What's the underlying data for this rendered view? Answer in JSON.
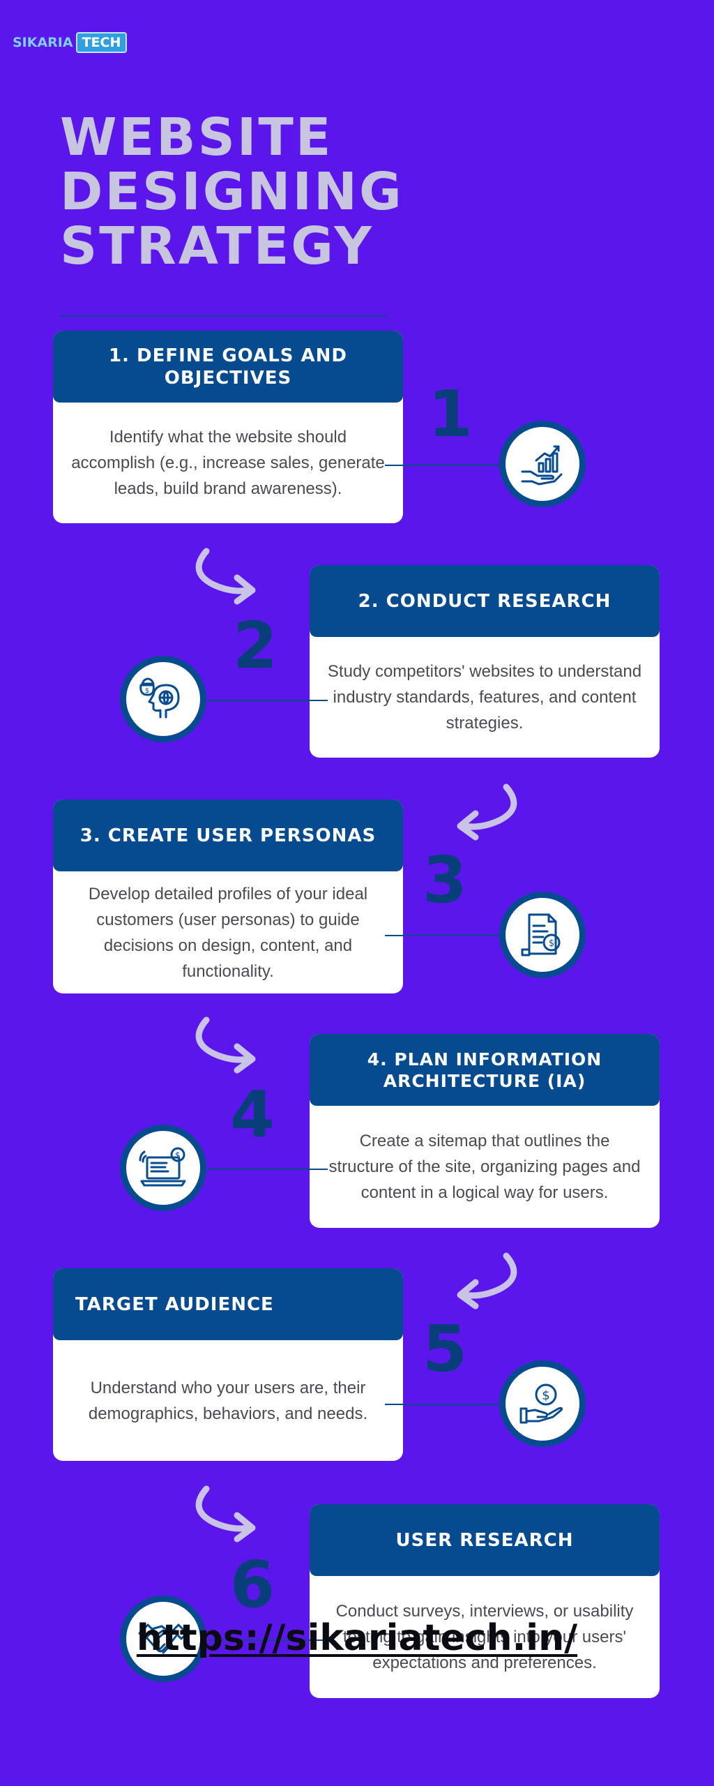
{
  "brand": {
    "logo_left": "SIKARIA",
    "logo_right": "TECH"
  },
  "title": {
    "line1": "WEBSITE",
    "line2": "DESIGNING",
    "line3": "STRATEGY"
  },
  "steps": [
    {
      "number": "1",
      "heading": "1. DEFINE GOALS AND OBJECTIVES",
      "text": "Identify what the website should accomplish (e.g., increase sales, generate leads, build brand awareness).",
      "icon": "growth-chart-hand-icon"
    },
    {
      "number": "2",
      "heading": "2. CONDUCT RESEARCH",
      "text": "Study competitors' websites to understand industry standards, features, and content strategies.",
      "icon": "head-money-globe-icon"
    },
    {
      "number": "3",
      "heading": "3. CREATE USER PERSONAS",
      "text": "Develop detailed profiles of your ideal customers (user personas) to guide decisions on design, content, and functionality.",
      "icon": "invoice-document-icon"
    },
    {
      "number": "4",
      "heading": "4. PLAN INFORMATION ARCHITECTURE (IA)",
      "text": "Create a sitemap that outlines the structure of the site, organizing pages and content in a logical way for users.",
      "icon": "laptop-payment-icon"
    },
    {
      "number": "5",
      "heading": "TARGET AUDIENCE",
      "text": "Understand who your users are, their demographics, behaviors, and needs.",
      "icon": "hand-coin-icon"
    },
    {
      "number": "6",
      "heading": "USER RESEARCH",
      "text": "Conduct surveys, interviews, or usability testing to gain insights into your users' expectations and preferences.",
      "icon": "handshake-icon"
    }
  ],
  "footer": {
    "url": "https://sikariatech.in/"
  },
  "colors": {
    "background": "#5b17eb",
    "navy": "#064b8f",
    "number": "#083e7a",
    "title": "#c8c5e0",
    "arrow": "#c9c3e8"
  }
}
